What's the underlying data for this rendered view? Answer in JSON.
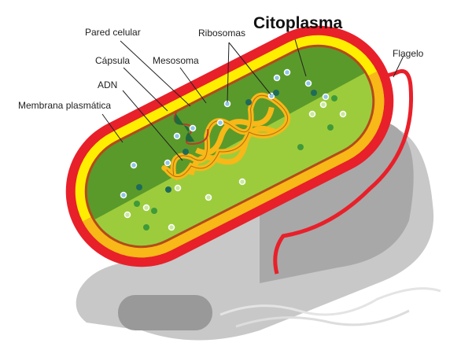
{
  "title": "Citoplasma",
  "labels": {
    "pared": "Pared celular",
    "ribosomas": "Ribosomas",
    "capsula": "Cápsula",
    "mesosoma": "Mesosoma",
    "adn": "ADN",
    "membrana": "Membrana plasmática",
    "flagelo": "Flagelo"
  },
  "colors": {
    "capsule": "#e8202a",
    "wall": "#ffee00",
    "inner_dark": "#5a9a2a",
    "inner_light": "#9ccc3c",
    "dna": "#f7b818",
    "shadow": "#b0b0b0"
  }
}
